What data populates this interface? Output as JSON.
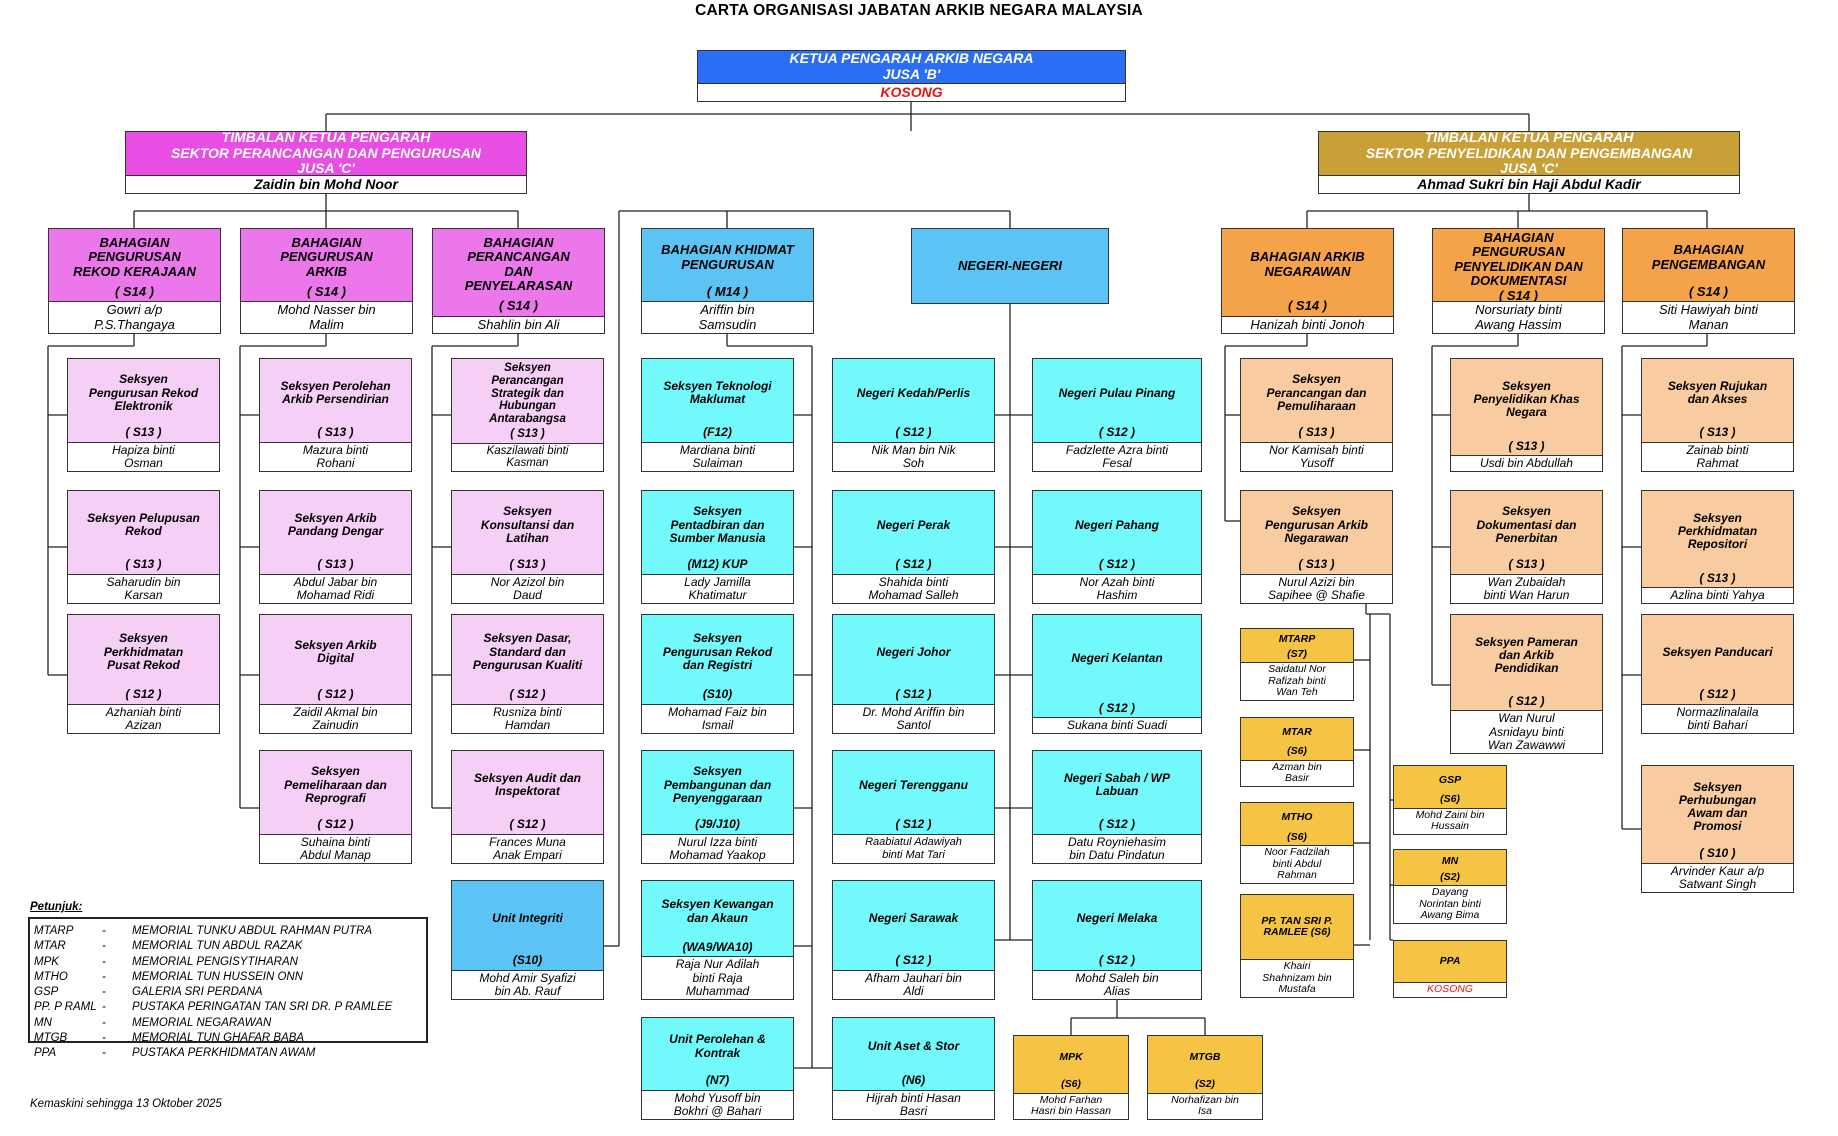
{
  "title": "CARTA ORGANISASI JABATAN ARKIB NEGARA MALAYSIA",
  "colors": {
    "blue_head": "#2b6ef5",
    "magenta_timbalan": "#e84de4",
    "magenta_bahagian": "#ec77eb",
    "pink_seksyen": "#f5cff5",
    "gold_timbalan": "#c9a037",
    "orange_bahagian": "#f5a34a",
    "peach_seksyen": "#f8cba0",
    "sky_blue": "#5bc4f5",
    "cyan": "#71f9fb",
    "yellow": "#f5c445",
    "red_text": "#e8150e",
    "border": "#333333"
  },
  "boxes": [
    {
      "id": "kp",
      "color": "#2b6ef5",
      "hc": "#fff",
      "hlines": [
        "KETUA PENGARAH ARKIB NEGARA",
        "JUSA 'B'"
      ],
      "grade": "",
      "name": [
        "KOSONG"
      ],
      "nc": "#e8150e",
      "center": true
    },
    {
      "id": "t1",
      "color": "#e84de4",
      "hc": "#fff",
      "hlines": [
        "TIMBALAN KETUA PENGARAH",
        "SEKTOR PERANCANGAN DAN PENGURUSAN",
        "JUSA 'C'"
      ],
      "grade": "",
      "name": [
        "Zaidin bin Mohd Noor"
      ],
      "center": true
    },
    {
      "id": "t2",
      "color": "#c9a037",
      "hc": "#fff",
      "hlines": [
        "TIMBALAN KETUA PENGARAH",
        "SEKTOR PENYELIDIKAN DAN PENGEMBANGAN",
        "JUSA 'C'"
      ],
      "grade": "",
      "name": [
        "Ahmad Sukri bin Haji Abdul Kadir"
      ],
      "center": true
    },
    {
      "id": "b1",
      "color": "#ec77eb",
      "hlines": [
        "BAHAGIAN",
        "PENGURUSAN",
        "REKOD KERAJAAN"
      ],
      "grade": "( S14 )",
      "name": [
        "Gowri a/p",
        "P.S.Thangaya"
      ]
    },
    {
      "id": "b2",
      "color": "#ec77eb",
      "hlines": [
        "BAHAGIAN",
        "PENGURUSAN",
        "ARKIB"
      ],
      "grade": "( S14 )",
      "name": [
        "Mohd Nasser bin",
        "Malim"
      ]
    },
    {
      "id": "b3",
      "color": "#ec77eb",
      "hlines": [
        "BAHAGIAN",
        "PERANCANGAN",
        "DAN",
        "PENYELARASAN"
      ],
      "grade": "( S14 )",
      "name": [
        "Shahlin bin Ali"
      ]
    },
    {
      "id": "b4",
      "color": "#5bc4f5",
      "hlines": [
        "BAHAGIAN KHIDMAT",
        "PENGURUSAN"
      ],
      "grade": "( M14 )",
      "name": [
        "Ariffin bin",
        "Samsudin"
      ]
    },
    {
      "id": "nn",
      "color": "#5bc4f5",
      "hlines": [
        "NEGERI-NEGERI"
      ],
      "grade": "",
      "name": []
    },
    {
      "id": "b5",
      "color": "#f5a34a",
      "hlines": [
        "BAHAGIAN ARKIB",
        "NEGARAWAN"
      ],
      "grade": "( S14 )",
      "name": [
        "Hanizah binti Jonoh"
      ]
    },
    {
      "id": "b6",
      "color": "#f5a34a",
      "hlines": [
        "BAHAGIAN",
        "PENGURUSAN",
        "PENYELIDIKAN DAN",
        "DOKUMENTASI"
      ],
      "grade": "( S14 )",
      "name": [
        "Norsuriaty binti",
        "Awang Hassim"
      ]
    },
    {
      "id": "b7",
      "color": "#f5a34a",
      "hlines": [
        "BAHAGIAN",
        "PENGEMBANGAN"
      ],
      "grade": "( S14 )",
      "name": [
        "Siti Hawiyah binti",
        "Manan"
      ]
    },
    {
      "id": "s11",
      "color": "#f5cff5",
      "hlines": [
        "Seksyen",
        "Pengurusan Rekod",
        "Elektronik"
      ],
      "grade": "( S13 )",
      "name": [
        "Hapiza binti",
        "Osman"
      ]
    },
    {
      "id": "s12",
      "color": "#f5cff5",
      "hlines": [
        "Seksyen Pelupusan",
        "Rekod"
      ],
      "grade": "( S13 )",
      "name": [
        "Saharudin bin",
        "Karsan"
      ]
    },
    {
      "id": "s13",
      "color": "#f5cff5",
      "hlines": [
        "Seksyen",
        "Perkhidmatan",
        "Pusat Rekod"
      ],
      "grade": "( S12 )",
      "name": [
        "Azhaniah binti",
        "Azizan"
      ]
    },
    {
      "id": "s21",
      "color": "#f5cff5",
      "hlines": [
        "Seksyen Perolehan",
        "Arkib Persendirian"
      ],
      "grade": "( S13 )",
      "name": [
        "Mazura binti",
        "Rohani"
      ]
    },
    {
      "id": "s22",
      "color": "#f5cff5",
      "hlines": [
        "Seksyen Arkib",
        "Pandang Dengar"
      ],
      "grade": "( S13 )",
      "name": [
        "Abdul Jabar bin",
        "Mohamad Ridi"
      ]
    },
    {
      "id": "s23",
      "color": "#f5cff5",
      "hlines": [
        "Seksyen Arkib",
        "Digital"
      ],
      "grade": "( S12 )",
      "name": [
        "Zaidil Akmal bin",
        "Zainudin"
      ]
    },
    {
      "id": "s24",
      "color": "#f5cff5",
      "hlines": [
        "Seksyen",
        "Pemeliharaan dan",
        "Reprografi"
      ],
      "grade": "( S12 )",
      "name": [
        "Suhaina binti",
        "Abdul Manap"
      ]
    },
    {
      "id": "s31",
      "color": "#f5cff5",
      "hlines": [
        "Seksyen",
        "Perancangan",
        "Strategik dan",
        "Hubungan",
        "Antarabangsa"
      ],
      "grade": "( S13 )",
      "name": [
        "Kaszilawati binti",
        "Kasman"
      ]
    },
    {
      "id": "s32",
      "color": "#f5cff5",
      "hlines": [
        "Seksyen",
        "Konsultansi dan",
        "Latihan"
      ],
      "grade": "( S13 )",
      "name": [
        "Nor Azizol bin",
        "Daud"
      ]
    },
    {
      "id": "s33",
      "color": "#f5cff5",
      "hlines": [
        "Seksyen Dasar,",
        "Standard dan",
        "Pengurusan Kualiti"
      ],
      "grade": "( S12 )",
      "name": [
        "Rusniza binti",
        "Hamdan"
      ]
    },
    {
      "id": "s34",
      "color": "#f5cff5",
      "hlines": [
        "Seksyen Audit dan",
        "Inspektorat"
      ],
      "grade": "( S12 )",
      "name": [
        "Frances Muna",
        "Anak Empari"
      ]
    },
    {
      "id": "ui",
      "color": "#5bc4f5",
      "hlines": [
        "Unit Integriti"
      ],
      "grade": "(S10)",
      "name": [
        "Mohd Amir Syafizi",
        "bin Ab. Rauf"
      ]
    },
    {
      "id": "s41",
      "color": "#71f9fb",
      "hlines": [
        "Seksyen Teknologi",
        "Maklumat"
      ],
      "grade": "(F12)",
      "name": [
        "Mardiana binti",
        "Sulaiman"
      ]
    },
    {
      "id": "s42",
      "color": "#71f9fb",
      "hlines": [
        "Seksyen",
        "Pentadbiran dan",
        "Sumber Manusia"
      ],
      "grade": "(M12) KUP",
      "name": [
        "Lady Jamilla",
        "Khatimatur"
      ]
    },
    {
      "id": "s43",
      "color": "#71f9fb",
      "hlines": [
        "Seksyen",
        "Pengurusan Rekod",
        "dan Registri"
      ],
      "grade": "(S10)",
      "name": [
        "Mohamad Faiz bin",
        "Ismail"
      ]
    },
    {
      "id": "s44",
      "color": "#71f9fb",
      "hlines": [
        "Seksyen",
        "Pembangunan dan",
        "Penyenggaraan"
      ],
      "grade": "(J9/J10)",
      "name": [
        "Nurul Izza binti",
        "Mohamad Yaakop"
      ]
    },
    {
      "id": "s45",
      "color": "#71f9fb",
      "hlines": [
        "Seksyen Kewangan",
        "dan Akaun"
      ],
      "grade": "(WA9/WA10)",
      "name": [
        "Raja Nur Adilah",
        "binti Raja",
        "Muhammad"
      ]
    },
    {
      "id": "s46",
      "color": "#71f9fb",
      "hlines": [
        "Unit Perolehan &",
        "Kontrak"
      ],
      "grade": "(N7)",
      "name": [
        "Mohd Yusoff bin",
        "Bokhri @ Bahari"
      ]
    },
    {
      "id": "n1",
      "color": "#71f9fb",
      "hlines": [
        "Negeri Kedah/Perlis"
      ],
      "grade": "( S12 )",
      "name": [
        "Nik Man bin Nik",
        "Soh"
      ]
    },
    {
      "id": "n2",
      "color": "#71f9fb",
      "hlines": [
        "Negeri Perak"
      ],
      "grade": "( S12 )",
      "name": [
        "Shahida binti",
        "Mohamad Salleh"
      ]
    },
    {
      "id": "n3",
      "color": "#71f9fb",
      "hlines": [
        "Negeri Johor"
      ],
      "grade": "( S12 )",
      "name": [
        "Dr. Mohd Ariffin bin",
        "Santol"
      ]
    },
    {
      "id": "n4",
      "color": "#71f9fb",
      "hlines": [
        "Negeri Terengganu"
      ],
      "grade": "( S12 )",
      "name": [
        "Raabiatul Adawiyah",
        "binti Mat Tari"
      ],
      "nsize": "small"
    },
    {
      "id": "n5",
      "color": "#71f9fb",
      "hlines": [
        "Negeri Sarawak"
      ],
      "grade": "( S12 )",
      "name": [
        "Afham Jauhari bin",
        "Aldi"
      ]
    },
    {
      "id": "n6",
      "color": "#71f9fb",
      "hlines": [
        "Unit Aset & Stor"
      ],
      "grade": "(N6)",
      "name": [
        "Hijrah binti Hasan",
        "Basri"
      ]
    },
    {
      "id": "n7",
      "color": "#71f9fb",
      "hlines": [
        "Negeri Pulau Pinang"
      ],
      "grade": "( S12 )",
      "name": [
        "Fadzlette Azra binti",
        "Fesal"
      ]
    },
    {
      "id": "n8",
      "color": "#71f9fb",
      "hlines": [
        "Negeri Pahang"
      ],
      "grade": "( S12 )",
      "name": [
        "Nor Azah binti",
        "Hashim"
      ]
    },
    {
      "id": "n9",
      "color": "#71f9fb",
      "hlines": [
        "Negeri Kelantan"
      ],
      "grade": "( S12 )",
      "name": [
        "Sukana binti Suadi"
      ]
    },
    {
      "id": "n10",
      "color": "#71f9fb",
      "hlines": [
        "Negeri Sabah / WP",
        "Labuan"
      ],
      "grade": "( S12 )",
      "name": [
        "Datu Royniehasim",
        "bin Datu Pindatun"
      ]
    },
    {
      "id": "n11",
      "color": "#71f9fb",
      "hlines": [
        "Negeri Melaka"
      ],
      "grade": "( S12 )",
      "name": [
        "Mohd Saleh bin",
        "Alias"
      ]
    },
    {
      "id": "mpk",
      "color": "#f5c445",
      "hlines": [
        "MPK"
      ],
      "grade": "(S6)",
      "name": [
        "Mohd Farhan",
        "Hasri bin Hassan"
      ],
      "small": true
    },
    {
      "id": "mtgb",
      "color": "#f5c445",
      "hlines": [
        "MTGB"
      ],
      "grade": "(S2)",
      "name": [
        "Norhafizan bin",
        "Isa"
      ],
      "small": true
    },
    {
      "id": "s51",
      "color": "#f8cba0",
      "hlines": [
        "Seksyen",
        "Perancangan dan",
        "Pemuliharaan"
      ],
      "grade": "( S13 )",
      "name": [
        "Nor Kamisah binti",
        "Yusoff"
      ]
    },
    {
      "id": "s52",
      "color": "#f8cba0",
      "hlines": [
        "Seksyen",
        "Pengurusan Arkib",
        "Negarawan"
      ],
      "grade": "( S13 )",
      "name": [
        "Nurul Azizi bin",
        "Sapihee @ Shafie"
      ]
    },
    {
      "id": "mtarp",
      "color": "#f5c445",
      "hlines": [
        "MTARP"
      ],
      "grade": "(S7)",
      "name": [
        "Saidatul Nor",
        "Rafizah binti",
        "Wan Teh"
      ],
      "small": true
    },
    {
      "id": "mtar",
      "color": "#f5c445",
      "hlines": [
        "MTAR"
      ],
      "grade": "(S6)",
      "name": [
        "Azman bin",
        "Basir"
      ],
      "small": true
    },
    {
      "id": "mtho",
      "color": "#f5c445",
      "hlines": [
        "MTHO"
      ],
      "grade": "(S6)",
      "name": [
        "Noor Fadzilah",
        "binti Abdul",
        "Rahman"
      ],
      "small": true
    },
    {
      "id": "ppt",
      "color": "#f5c445",
      "hlines": [
        "PP. TAN SRI P.",
        "RAMLEE (S6)"
      ],
      "grade": "",
      "name": [
        "Khairi",
        "Shahnizam bin",
        "Mustafa"
      ],
      "small": true
    },
    {
      "id": "gsp",
      "color": "#f5c445",
      "hlines": [
        "GSP"
      ],
      "grade": "(S6)",
      "name": [
        "Mohd Zaini bin",
        "Hussain"
      ],
      "small": true
    },
    {
      "id": "mn",
      "color": "#f5c445",
      "hlines": [
        "MN"
      ],
      "grade": "(S2)",
      "name": [
        "Dayang",
        "Norintan binti",
        "Awang Bima"
      ],
      "small": true
    },
    {
      "id": "ppa",
      "color": "#f5c445",
      "hlines": [
        "PPA"
      ],
      "grade": "",
      "name": [
        "KOSONG"
      ],
      "nc": "#e8150e",
      "small": true
    },
    {
      "id": "s61",
      "color": "#f8cba0",
      "hlines": [
        "Seksyen",
        "Penyelidikan Khas",
        "Negara"
      ],
      "grade": "( S13 )",
      "name": [
        "Usdi bin Abdullah"
      ]
    },
    {
      "id": "s62",
      "color": "#f8cba0",
      "hlines": [
        "Seksyen",
        "Dokumentasi  dan",
        "Penerbitan"
      ],
      "grade": "( S13 )",
      "name": [
        "Wan Zubaidah",
        "binti Wan Harun"
      ]
    },
    {
      "id": "s63",
      "color": "#f8cba0",
      "hlines": [
        "Seksyen Pameran",
        "dan Arkib",
        "Pendidikan"
      ],
      "grade": "( S12 )",
      "name": [
        "Wan Nurul",
        "Asnidayu binti",
        "Wan Zawawwi"
      ]
    },
    {
      "id": "s71",
      "color": "#f8cba0",
      "hlines": [
        "Seksyen Rujukan",
        "dan Akses"
      ],
      "grade": "( S13 )",
      "name": [
        "Zainab binti",
        "Rahmat"
      ]
    },
    {
      "id": "s72",
      "color": "#f8cba0",
      "hlines": [
        "Seksyen",
        "Perkhidmatan",
        "Repositori"
      ],
      "grade": "( S13 )",
      "name": [
        "Azlina binti Yahya"
      ]
    },
    {
      "id": "s73",
      "color": "#f8cba0",
      "hlines": [
        "Seksyen Panducari"
      ],
      "grade": "( S12 )",
      "name": [
        "Normazlinalaila",
        "binti Bahari"
      ]
    },
    {
      "id": "s74",
      "color": "#f8cba0",
      "hlines": [
        "Seksyen",
        "Perhubungan",
        "Awam dan",
        "Promosi"
      ],
      "grade": "( S10 )",
      "name": [
        "Arvinder Kaur a/p",
        "Satwant Singh"
      ]
    }
  ],
  "legend": {
    "title": "Petunjuk:",
    "items": [
      {
        "code": "MTARP",
        "dash": "-",
        "text": "MEMORIAL TUNKU ABDUL RAHMAN PUTRA"
      },
      {
        "code": "MTAR",
        "dash": "-",
        "text": "MEMORIAL TUN ABDUL RAZAK"
      },
      {
        "code": "MPK",
        "dash": "-",
        "text": "MEMORIAL PENGISYTIHARAN"
      },
      {
        "code": "MTHO",
        "dash": "-",
        "text": "MEMORIAL TUN HUSSEIN ONN"
      },
      {
        "code": "GSP",
        "dash": "-",
        "text": "GALERIA SRI PERDANA"
      },
      {
        "code": "PP. P RAML",
        "dash": "-",
        "text": "PUSTAKA PERINGATAN TAN SRI DR. P RAMLEE"
      },
      {
        "code": "MN",
        "dash": "-",
        "text": "MEMORIAL NEGARAWAN"
      },
      {
        "code": "MTGB",
        "dash": "-",
        "text": "MEMORIAL TUN GHAFAR BABA"
      },
      {
        "code": "PPA",
        "dash": "-",
        "text": "PUSTAKA PERKHIDMATAN AWAM"
      }
    ]
  },
  "footer": "Kemaskini sehingga 13 Oktober 2025"
}
